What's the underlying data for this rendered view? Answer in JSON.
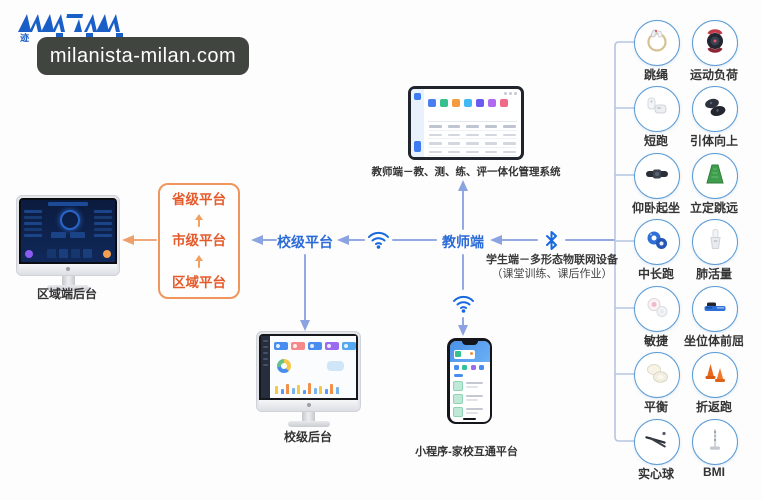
{
  "watermark": {
    "text": "milanista-milan.com"
  },
  "logo": {
    "brand_char": "迹"
  },
  "nodes": {
    "school_platform": "校级平台",
    "teacher_node": "教师端",
    "student_caption_line1": "学生端－多形态物联网设备",
    "student_caption_line2": "（课堂训练、课后作业）"
  },
  "platform_box": {
    "levels": [
      "省级平台",
      "市级平台",
      "区域平台"
    ]
  },
  "device_labels": {
    "regional_backend": "区域端后台",
    "teacher_tablet": "教师端－教、测、练、评一体化管理系统",
    "school_backend": "校级后台",
    "miniprogram": "小程序-家校互通平台"
  },
  "iot_devices": [
    {
      "label": "跳绳",
      "icon": "jump-rope"
    },
    {
      "label": "运动负荷",
      "icon": "sport-watch"
    },
    {
      "label": "短跑",
      "icon": "sprint-sensor"
    },
    {
      "label": "引体向上",
      "icon": "pull-up-sensor"
    },
    {
      "label": "仰卧起坐",
      "icon": "situp-belt"
    },
    {
      "label": "立定跳远",
      "icon": "jump-mat"
    },
    {
      "label": "中长跑",
      "icon": "run-tracker"
    },
    {
      "label": "肺活量",
      "icon": "spirometer"
    },
    {
      "label": "敏捷",
      "icon": "agility-pod"
    },
    {
      "label": "坐位体前屈",
      "icon": "sit-reach-ruler"
    },
    {
      "label": "平衡",
      "icon": "balance-disc"
    },
    {
      "label": "折返跑",
      "icon": "shuttle-cone"
    },
    {
      "label": "实心球",
      "icon": "medicine-ball-stick"
    },
    {
      "label": "BMI",
      "icon": "bmi-stadiometer"
    }
  ],
  "colors": {
    "accent_blue": "#2b6bd8",
    "line_blue": "#93a9e3",
    "bracket_blue": "#b5c5e2",
    "orange_text": "#e55a2b",
    "orange_border": "#f0955c",
    "circle_border": "#5b9bd5",
    "bluetooth_blue": "#1769e0"
  }
}
